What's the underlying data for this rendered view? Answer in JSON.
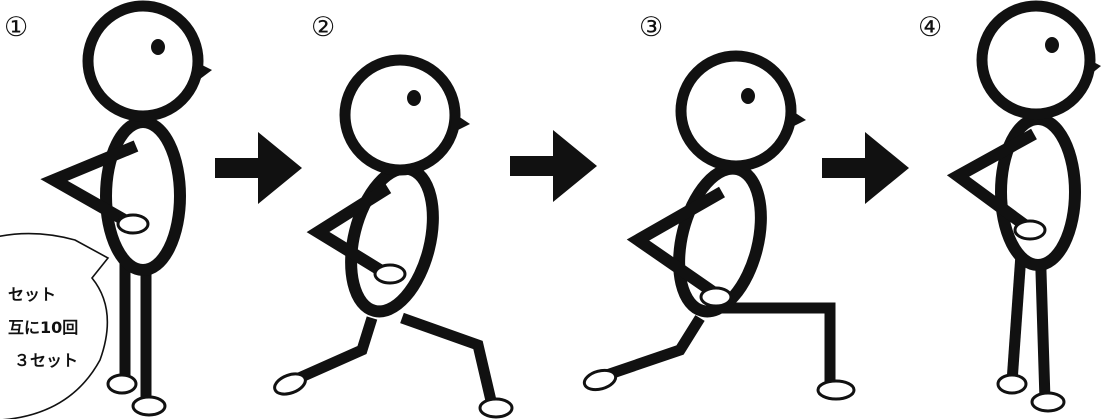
{
  "steps": [
    {
      "label": "①",
      "pose": "standing"
    },
    {
      "label": "②",
      "pose": "step-forward"
    },
    {
      "label": "③",
      "pose": "lunge"
    },
    {
      "label": "④",
      "pose": "standing"
    }
  ],
  "speech_bubble": {
    "lines": [
      "セット",
      "互に10回",
      "３セット"
    ]
  },
  "colors": {
    "ink": "#111111",
    "background": "#ffffff"
  },
  "icons": {
    "arrow": "right-arrow-icon",
    "figure": "stick-figure"
  }
}
